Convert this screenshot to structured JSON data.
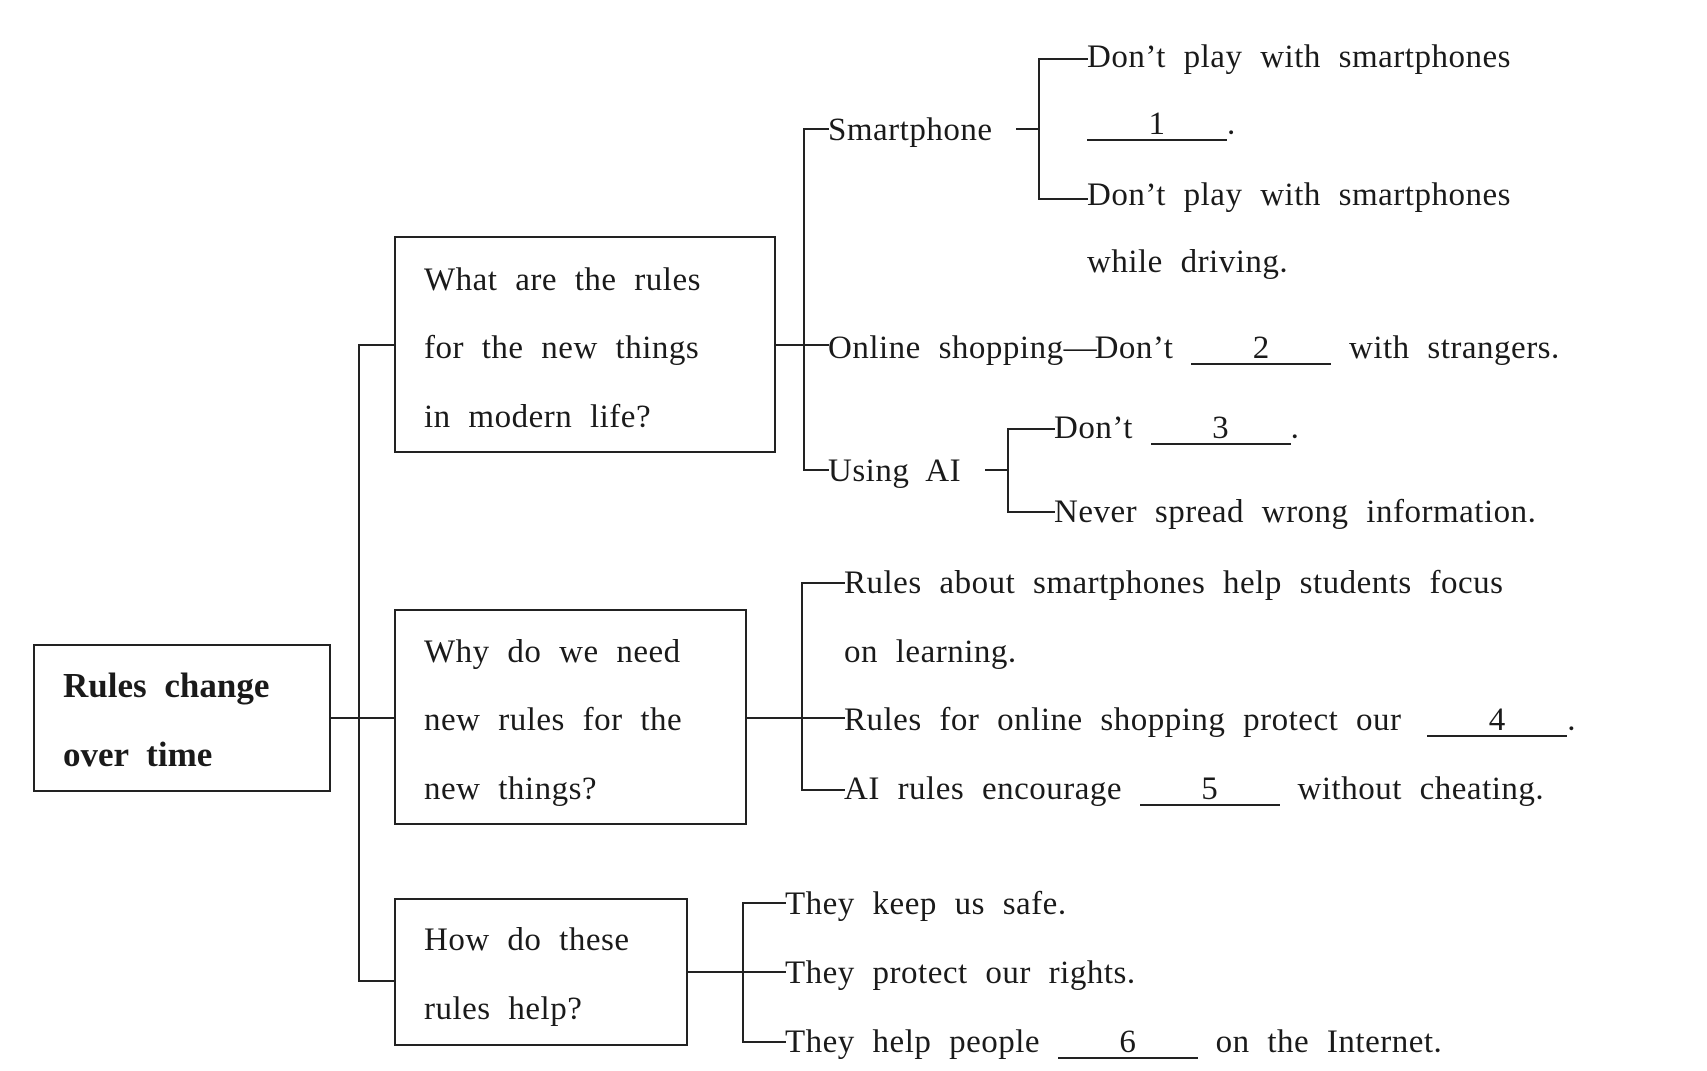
{
  "root": {
    "line1": "Rules change",
    "line2": "over time"
  },
  "questions": [
    {
      "lines": [
        "What are the rules",
        "for the new things",
        "in modern life?"
      ]
    },
    {
      "lines": [
        "Why do we need",
        "new rules for the",
        "new things?"
      ]
    },
    {
      "lines": [
        "How do these",
        "rules help?"
      ]
    }
  ],
  "branch1": {
    "smartphone": {
      "label": "Smartphone",
      "rule1_line1": "Don’t play with smartphones",
      "rule1_blank": "1",
      "rule1_end": ".",
      "rule2_line1": "Don’t play with smartphones",
      "rule2_line2": "while driving."
    },
    "online": {
      "label": "Online shopping",
      "dash": "—",
      "rule_pre": "Don’t",
      "rule_blank": "2",
      "rule_post": "with strangers."
    },
    "ai": {
      "label": "Using AI",
      "rule1_pre": "Don’t",
      "rule1_blank": "3",
      "rule1_end": ".",
      "rule2": "Never spread wrong information."
    }
  },
  "branch2": {
    "item1_line1": "Rules about smartphones help students focus",
    "item1_line2": "on learning.",
    "item2_pre": "Rules for online shopping protect our",
    "item2_blank": "4",
    "item2_end": ".",
    "item3_pre": "AI rules encourage",
    "item3_blank": "5",
    "item3_post": "without cheating."
  },
  "branch3": {
    "item1": "They keep us safe.",
    "item2": "They protect our rights.",
    "item3_pre": "They help people",
    "item3_blank": "6",
    "item3_post": "on the Internet."
  }
}
